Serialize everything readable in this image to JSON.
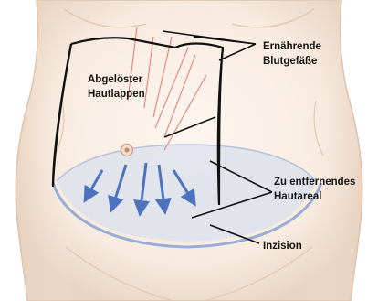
{
  "labels": {
    "flap_line1": "Abgelöster",
    "flap_line2": "Hautlappen",
    "vessels_line1": "Ernährende",
    "vessels_line2": "Blutgefäße",
    "skin_line1": "Zu entfernendes",
    "skin_line2": "Hautareal",
    "incision": "Inzision"
  },
  "colors": {
    "background": "#ffffff",
    "skin_light": "#fbf1e9",
    "skin_shadow": "#e6d0bf",
    "outline_body": "#d9c1ae",
    "excision_fill": "#dde2ec",
    "incision_line": "#98acd8",
    "arrow_blue": "#4e73be",
    "vessel_red": "#e4766e",
    "flap_outline": "#111111",
    "leader_line": "#111111"
  }
}
